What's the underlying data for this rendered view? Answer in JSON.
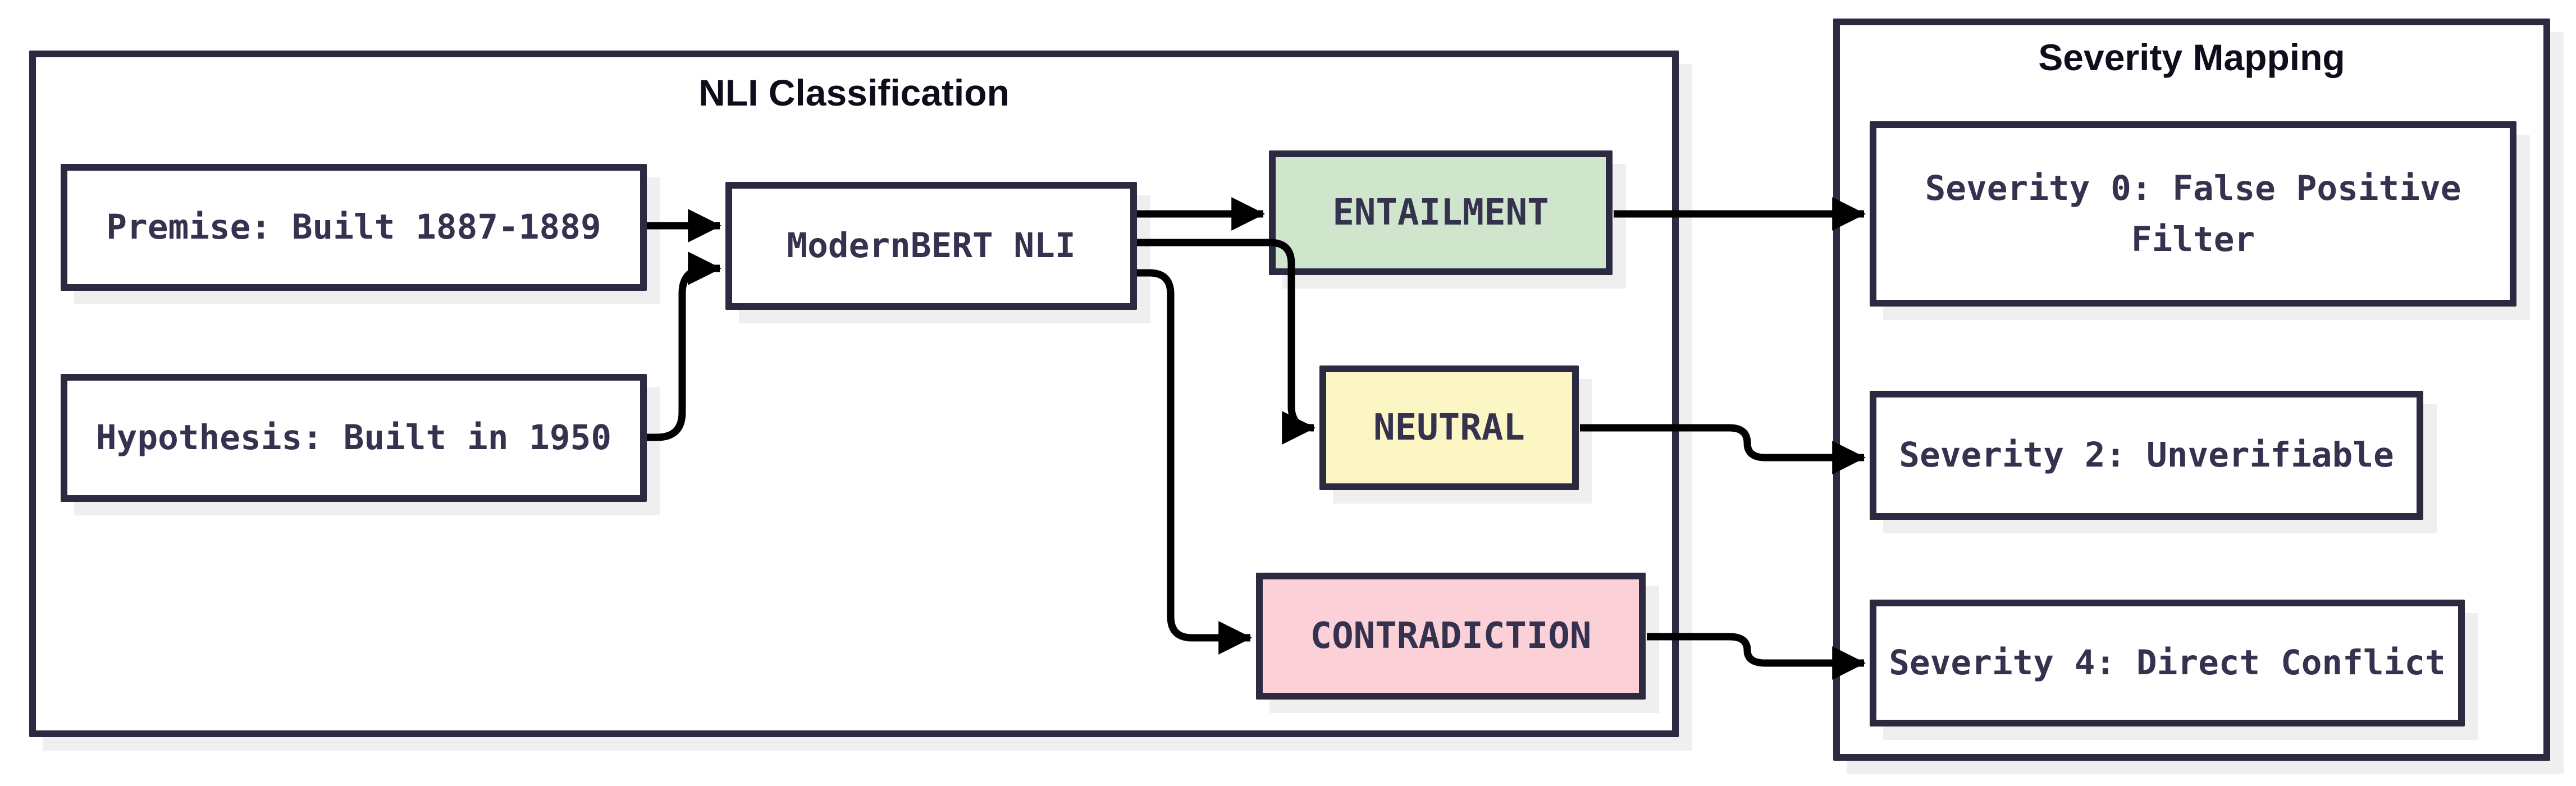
{
  "diagram": {
    "type": "flowchart",
    "left_panel": {
      "title": "NLI Classification",
      "nodes": {
        "premise": {
          "label": "Premise: Built 1887-1889",
          "fill": "#ffffff"
        },
        "hypothesis": {
          "label": "Hypothesis: Built in 1950",
          "fill": "#ffffff"
        },
        "model": {
          "label": "ModernBERT NLI",
          "fill": "#ffffff"
        },
        "entailment": {
          "label": "ENTAILMENT",
          "fill": "#cfe5cc"
        },
        "neutral": {
          "label": "NEUTRAL",
          "fill": "#fbf6c3"
        },
        "contradiction": {
          "label": "CONTRADICTION",
          "fill": "#fcd0d7"
        }
      }
    },
    "right_panel": {
      "title": "Severity Mapping",
      "nodes": {
        "severity0": {
          "label": "Severity 0: False Positive Filter",
          "fill": "#ffffff"
        },
        "severity2": {
          "label": "Severity 2: Unverifiable",
          "fill": "#ffffff"
        },
        "severity4": {
          "label": "Severity 4: Direct Conflict",
          "fill": "#ffffff"
        }
      }
    },
    "edges": [
      {
        "from": "premise",
        "to": "model"
      },
      {
        "from": "hypothesis",
        "to": "model"
      },
      {
        "from": "model",
        "to": "entailment"
      },
      {
        "from": "model",
        "to": "neutral"
      },
      {
        "from": "model",
        "to": "contradiction"
      },
      {
        "from": "entailment",
        "to": "severity0"
      },
      {
        "from": "neutral",
        "to": "severity2"
      },
      {
        "from": "contradiction",
        "to": "severity4"
      }
    ],
    "colors": {
      "background": "#ffffff",
      "node_border": "#2b2a40",
      "node_text": "#34324f",
      "title_text": "#0d0d1c",
      "arrow": "#000000",
      "shadow": "#efefef",
      "entailment_fill": "#cfe5cc",
      "neutral_fill": "#fbf6c3",
      "contradiction_fill": "#fcd0d7"
    }
  }
}
